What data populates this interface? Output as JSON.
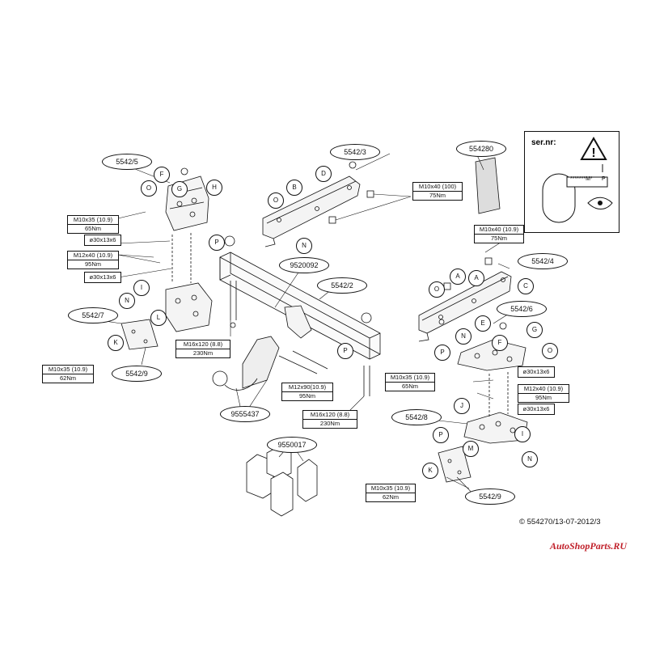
{
  "sernr": {
    "label": "ser.nr:",
    "code": "*******M*",
    "p": "P"
  },
  "parts": {
    "b_5542_5": "5542/5",
    "b_5542_3": "5542/3",
    "b_554280": "554280",
    "b_5542_4": "5542/4",
    "b_9520092": "9520092",
    "b_5542_2": "5542/2",
    "b_5542_7": "5542/7",
    "b_5542_9_left": "5542/9",
    "b_9555437": "9555437",
    "b_9550017": "9550017",
    "b_5542_6": "5542/6",
    "b_5542_8": "5542/8",
    "b_5542_9_right": "5542/9"
  },
  "letters": {
    "A": "A",
    "B": "B",
    "C": "C",
    "D": "D",
    "E": "E",
    "F": "F",
    "G": "G",
    "H": "H",
    "I": "I",
    "J": "J",
    "K": "K",
    "L": "L",
    "M": "M",
    "N": "N",
    "O": "O",
    "P": "P"
  },
  "specs": {
    "l_m10x35": {
      "a": "M10x35 (10.9)",
      "b": "65Nm"
    },
    "l_washer1": "ø30x13x6",
    "l_m12x40": {
      "a": "M12x40 (10.9)",
      "b": "95Nm"
    },
    "l_washer2": "ø30x13x6",
    "l_m10x35_low": {
      "a": "M10x35 (10.9)",
      "b": "62Nm"
    },
    "m16x120_a": {
      "a": "M16x120 (8.8)",
      "b": "230Nm"
    },
    "t_m10x40": {
      "a": "M10x40 (100)",
      "b": "75Nm"
    },
    "r_m10x40": {
      "a": "M10x40 (10.9)",
      "b": "75Nm"
    },
    "m12x90": {
      "a": "M12x90(10.9)",
      "b": "95Nm"
    },
    "m16x120_b": {
      "a": "M16x120 (8.8)",
      "b": "230Nm"
    },
    "r_m10x35": {
      "a": "M10x35 (10.9)",
      "b": "65Nm"
    },
    "r_washer1": "ø30x13x6",
    "r_m12x40": {
      "a": "M12x40 (10.9)",
      "b": "95Nm"
    },
    "r_washer2": "ø30x13x6",
    "r_m10x35_low": {
      "a": "M10x35 (10.9)",
      "b": "62Nm"
    }
  },
  "footer": {
    "copyright": "© 554270/13-07-2012/3",
    "watermark": "AutoShopParts.RU"
  }
}
